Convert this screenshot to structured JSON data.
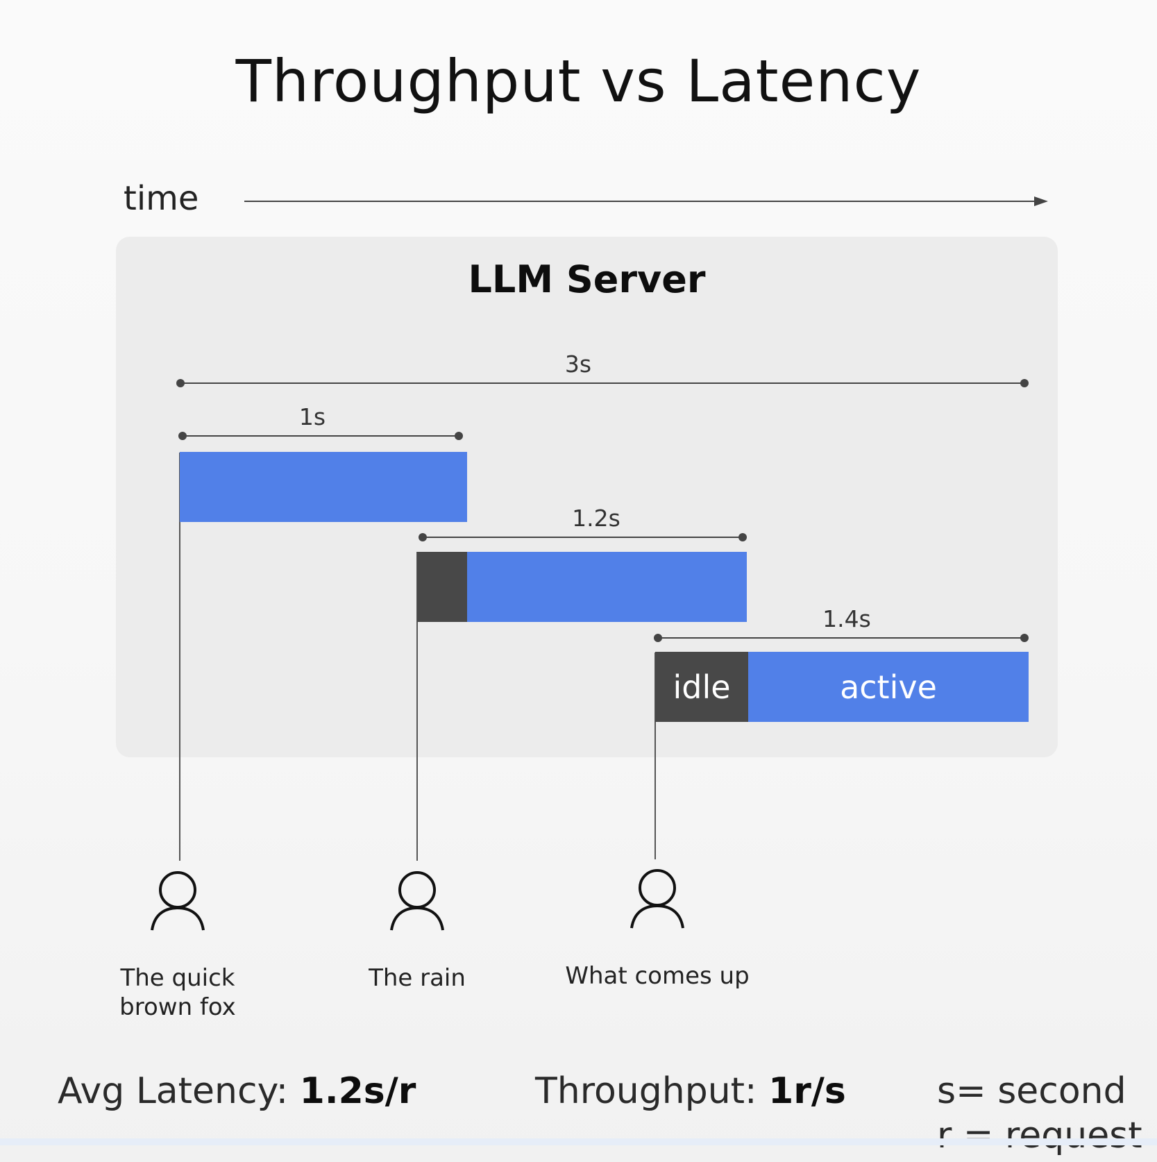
{
  "title": "Throughput vs Latency",
  "time_axis": {
    "label": "time"
  },
  "server": {
    "title": "LLM Server"
  },
  "durations": {
    "total": "3s",
    "request1": "1s",
    "request2": "1.2s",
    "request3": "1.4s"
  },
  "segments": {
    "idle_label": "idle",
    "active_label": "active"
  },
  "users": [
    {
      "prompt_line1": "The quick",
      "prompt_line2": "brown fox"
    },
    {
      "prompt_line1": "The rain",
      "prompt_line2": ""
    },
    {
      "prompt_line1": "What comes up",
      "prompt_line2": ""
    }
  ],
  "metrics": {
    "latency_label": "Avg Latency:",
    "latency_value": "1.2s/r",
    "throughput_label": "Throughput:",
    "throughput_value": "1r/s"
  },
  "legend": {
    "s": "s= second",
    "r": "r = request"
  },
  "colors": {
    "active": "#5180e8",
    "idle": "#484848",
    "server_bg": "#ececec"
  }
}
